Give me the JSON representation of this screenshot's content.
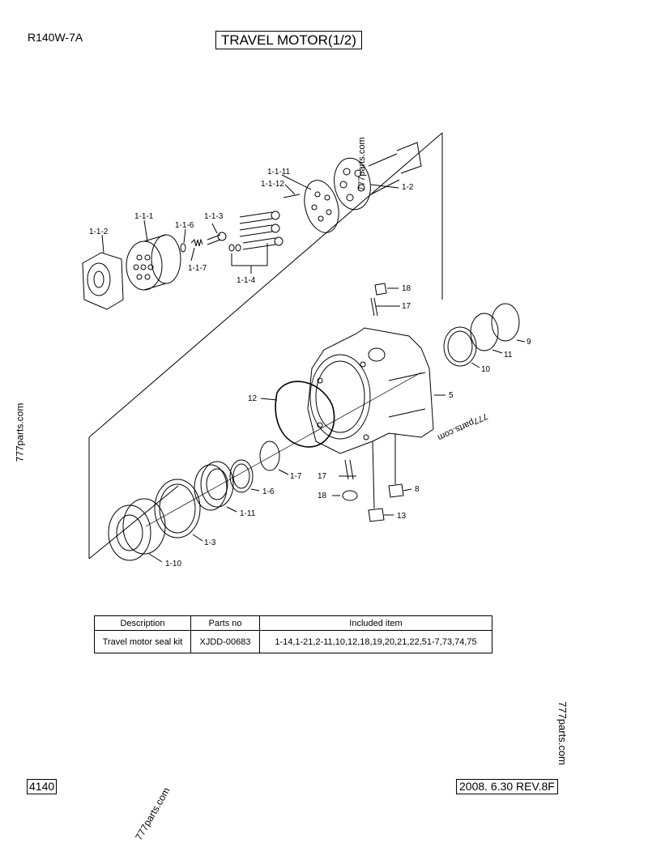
{
  "header": {
    "model": "R140W-7A",
    "title": "TRAVEL MOTOR(1/2)"
  },
  "callouts": {
    "c_1_1_2": "1-1-2",
    "c_1_1_1": "1-1-1",
    "c_1_1_6": "1-1-6",
    "c_1_1_3": "1-1-3",
    "c_1_1_7": "1-1-7",
    "c_1_1_4": "1-1-4",
    "c_1_1_11": "1-1-11",
    "c_1_1_12": "1-1-12",
    "c_1_2": "1-2",
    "c_18a": "18",
    "c_17a": "17",
    "c_9": "9",
    "c_11": "11",
    "c_10": "10",
    "c_5": "5",
    "c_12": "12",
    "c_1_7": "1-7",
    "c_17b": "17",
    "c_18b": "18",
    "c_8": "8",
    "c_1_6": "1-6",
    "c_13": "13",
    "c_1_11": "1-11",
    "c_1_3": "1-3",
    "c_1_10": "1-10"
  },
  "table": {
    "headers": [
      "Description",
      "Parts no",
      "Included item"
    ],
    "rows": [
      [
        "Travel motor seal kit",
        "XJDD-00683",
        "1-14,1-21,2-11,10,12,18,19,20,21,22,51-7,73,74,75"
      ]
    ]
  },
  "footer": {
    "page_number": "4140",
    "revision": "2008. 6.30  REV.8F"
  },
  "watermarks": {
    "left": "777parts.com",
    "top": "777parts.com",
    "center": "777parts.com",
    "right": "777parts.com",
    "bottom": "777parts.com"
  }
}
